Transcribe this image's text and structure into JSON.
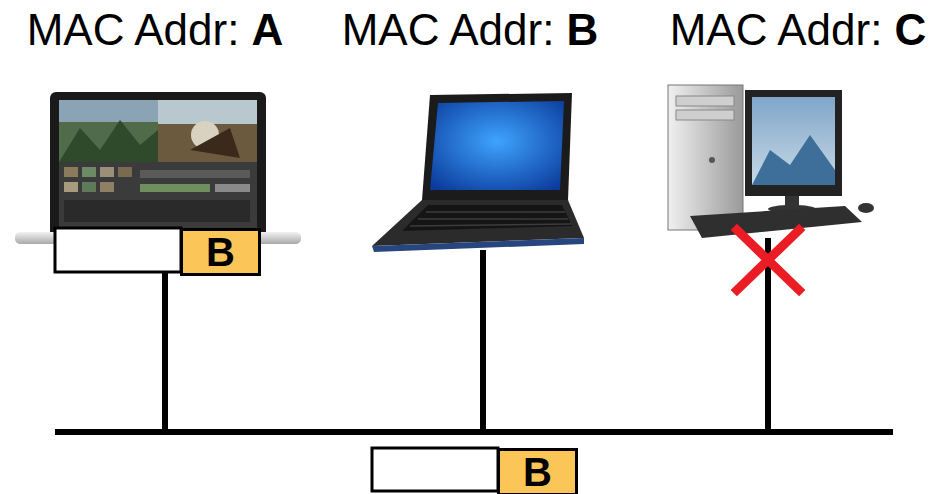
{
  "diagram": {
    "nodes": [
      {
        "text": [
          "B"
        ]
      },
      {
        "text": [
          "B"
        ]
      }
    ],
    "labels": [
      "MAC Addr: A",
      "MAC Addr: B",
      "MAC Addr: C"
    ]
  }
}
